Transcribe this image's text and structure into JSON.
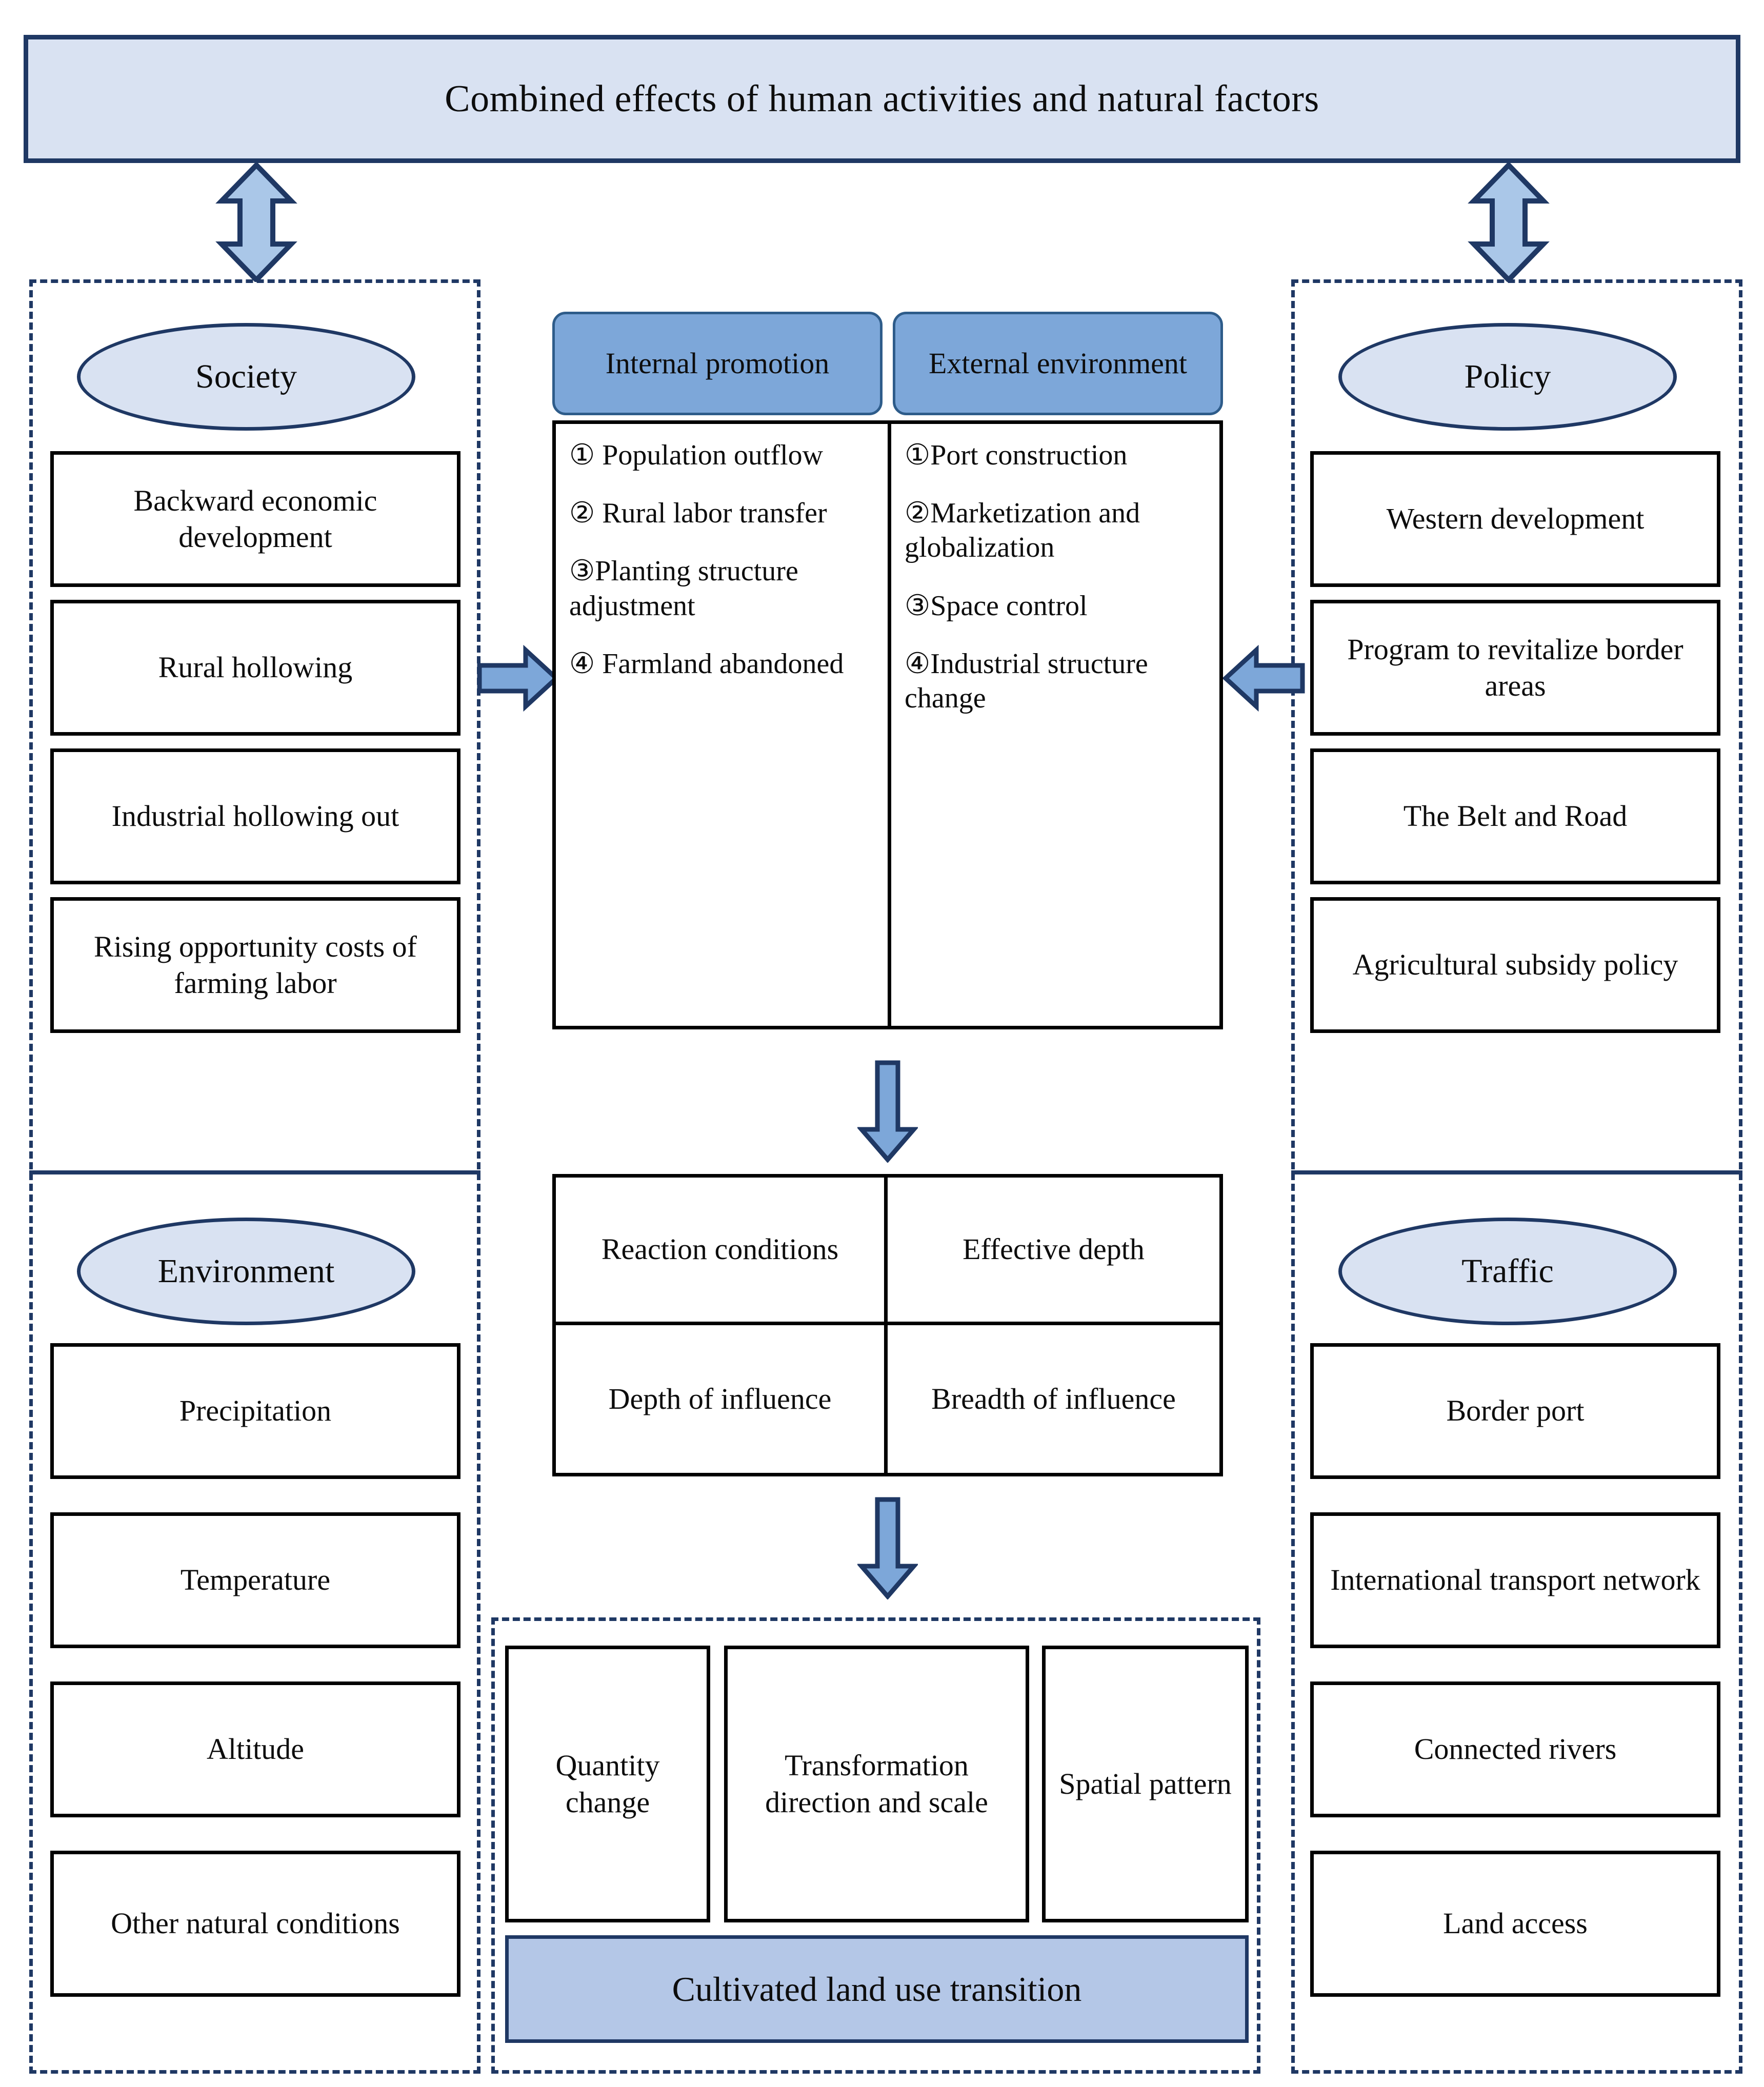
{
  "title_banner": {
    "text": "Combined effects of human activities and natural factors",
    "fill": "#d9e2f2",
    "border": "#1f3864"
  },
  "colors": {
    "panel_dash": "#1f3864",
    "ellipse_fill": "#d9e2f2",
    "pill_fill": "#7da7d9",
    "arrow_fill": "#7da7d9",
    "arrow_fill_light": "#aac7e8",
    "arrow_stroke": "#1f3864",
    "transition_fill": "#b4c7e7",
    "box_border": "#000000"
  },
  "left_column": {
    "society": {
      "heading": "Society",
      "items": [
        "Backward economic development",
        "Rural hollowing",
        "Industrial  hollowing out",
        "Rising  opportunity costs of farming  labor"
      ]
    },
    "environment": {
      "heading": "Environment",
      "items": [
        "Precipitation",
        "Temperature",
        "Altitude",
        "Other natural conditions"
      ]
    }
  },
  "right_column": {
    "policy": {
      "heading": "Policy",
      "items": [
        "Western development",
        "Program to revitalize border areas",
        "The Belt  and Road",
        "Agricultural  subsidy policy"
      ]
    },
    "traffic": {
      "heading": "Traffic",
      "items": [
        "Border port",
        "International  transport network",
        "Connected rivers",
        "Land access"
      ]
    }
  },
  "center": {
    "internal": {
      "heading": "Internal promotion",
      "items": [
        "① Population outflow",
        "② Rural  labor transfer",
        "③Planting structure adjustment",
        "④ Farmland abandoned"
      ]
    },
    "external": {
      "heading": "External environment",
      "items": [
        "①Port construction",
        "②Marketization and globalization",
        "③Space control",
        "④Industrial structure change"
      ]
    },
    "matrix": {
      "cells": [
        "Reaction conditions",
        "Effective depth",
        "Depth of influence",
        "Breadth of influence"
      ]
    },
    "outcomes": [
      "Quantity change",
      "Transformation direction and scale",
      "Spatial pattern"
    ],
    "transition_label": "Cultivated land use transition"
  },
  "arrows": {
    "top_left": "double-headed-vertical-arrow",
    "top_right": "double-headed-vertical-arrow",
    "left_to_center": "right-arrow",
    "right_to_center": "left-arrow",
    "driver_to_matrix": "down-arrow",
    "matrix_to_outcome": "down-arrow"
  }
}
